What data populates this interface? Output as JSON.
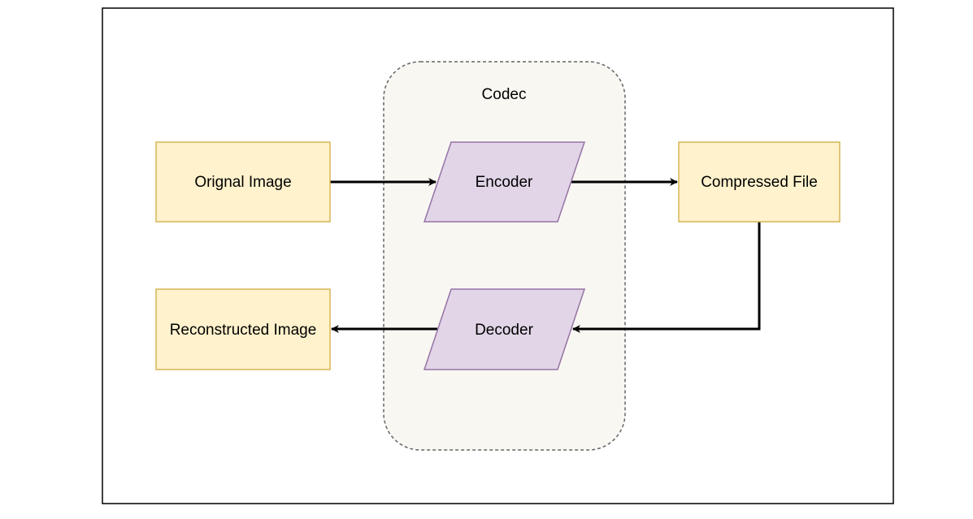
{
  "diagram": {
    "group": {
      "label": "Codec"
    },
    "nodes": {
      "original_image": {
        "label": "Orignal Image"
      },
      "encoder": {
        "label": "Encoder"
      },
      "compressed_file": {
        "label": "Compressed File"
      },
      "decoder": {
        "label": "Decoder"
      },
      "reconstructed_image": {
        "label": "Reconstructed Image"
      }
    },
    "edges": [
      {
        "from": "original_image",
        "to": "encoder"
      },
      {
        "from": "encoder",
        "to": "compressed_file"
      },
      {
        "from": "compressed_file",
        "to": "decoder"
      },
      {
        "from": "decoder",
        "to": "reconstructed_image"
      }
    ]
  },
  "colors": {
    "file_fill": "#fff2cc",
    "file_stroke": "#d6b656",
    "process_fill": "#e1d5e7",
    "process_stroke": "#9673a6",
    "group_fill": "#f9f7f2",
    "group_stroke": "#666666",
    "arrow": "#000000"
  }
}
